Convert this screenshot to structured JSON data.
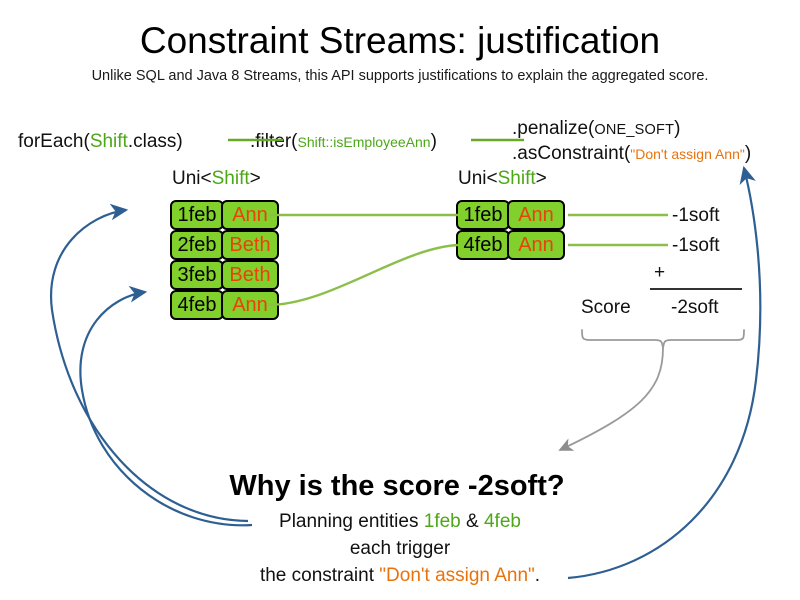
{
  "slide": {
    "title": "Constraint Streams: justification",
    "subtitle": "Unlike SQL and Java 8 Streams, this API supports justifications to explain the aggregated score."
  },
  "colors": {
    "entity_green": "#81d02b",
    "type_green": "#4da718",
    "name_orange": "#e8430c",
    "string_orange": "#e8730c",
    "arrow_blue": "#2e5f92",
    "brace_gray": "#9a9a9a",
    "text_black": "#111111"
  },
  "code": {
    "for_each": {
      "prefix": "forEach(",
      "type": "Shift",
      "suffix": ".class)"
    },
    "filter": {
      "prefix": ".filter(",
      "ref": "Shift::isEmployeeAnn",
      "suffix": ")"
    },
    "penalize": {
      "prefix": ".penalize(",
      "arg": "ONE_SOFT",
      "suffix": ")"
    },
    "as_constraint": {
      "prefix": ".asConstraint(",
      "arg": "\"Don't assign Ann\"",
      "suffix": ")"
    }
  },
  "streams": {
    "left": {
      "label_prefix": "Uni<",
      "label_type": "Shift",
      "label_suffix": ">",
      "rows": [
        {
          "date": "1feb",
          "name": "Ann"
        },
        {
          "date": "2feb",
          "name": "Beth"
        },
        {
          "date": "3feb",
          "name": "Beth"
        },
        {
          "date": "4feb",
          "name": "Ann"
        }
      ]
    },
    "right": {
      "label_prefix": "Uni<",
      "label_type": "Shift",
      "label_suffix": ">",
      "rows": [
        {
          "date": "1feb",
          "name": "Ann",
          "score": "-1soft"
        },
        {
          "date": "4feb",
          "name": "Ann",
          "score": "-1soft"
        }
      ]
    }
  },
  "score_sum": {
    "operator": "+",
    "label": "Score",
    "total": "-2soft"
  },
  "explanation": {
    "heading": "Why is the score -2soft?",
    "line1_pre": "Planning entities ",
    "line1_entity_a": "1feb",
    "line1_amp": " & ",
    "line1_entity_b": "4feb",
    "line2": "each trigger",
    "line3_pre": "the constraint ",
    "line3_constraint": "\"Don't assign Ann\"",
    "line3_post": "."
  }
}
